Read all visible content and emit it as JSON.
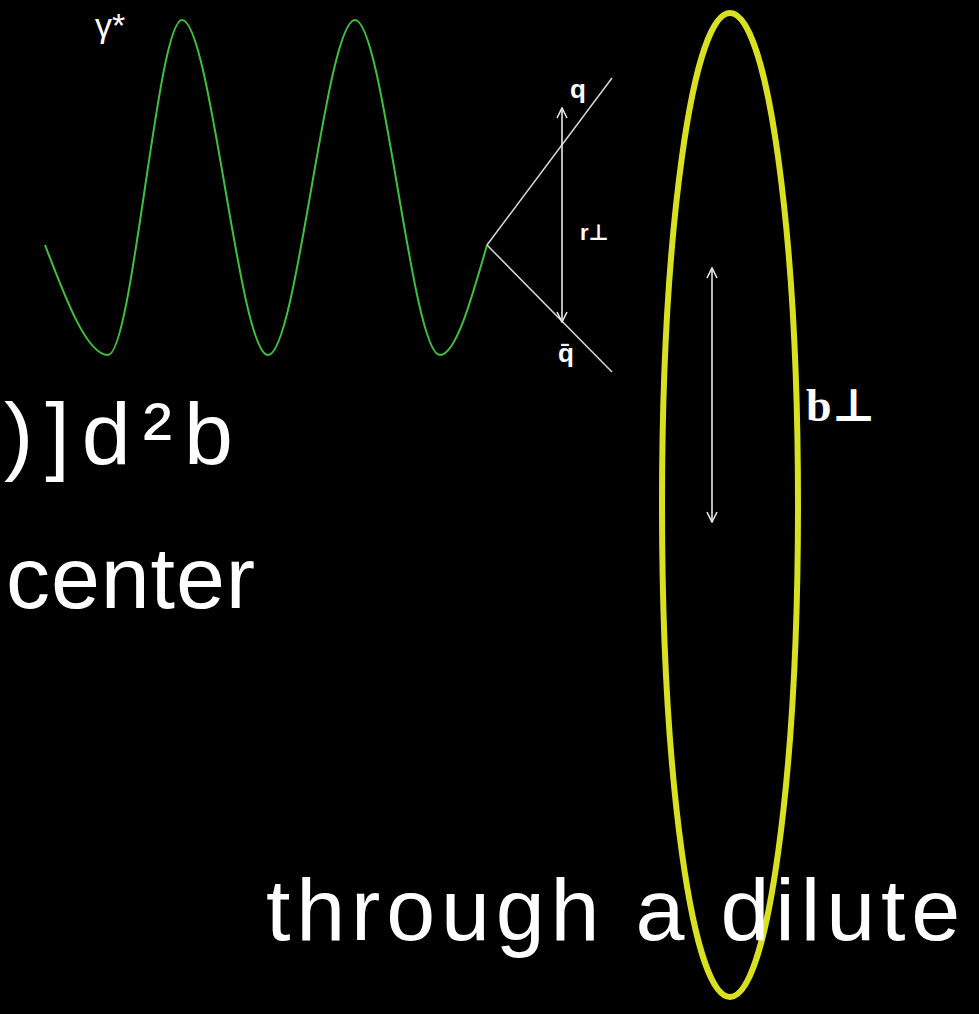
{
  "diagram": {
    "labels": [
      "γ*",
      "q",
      "r⊥",
      "q̄",
      "b⊥",
      ")]d²b",
      "center",
      "through a dilute"
    ]
  }
}
